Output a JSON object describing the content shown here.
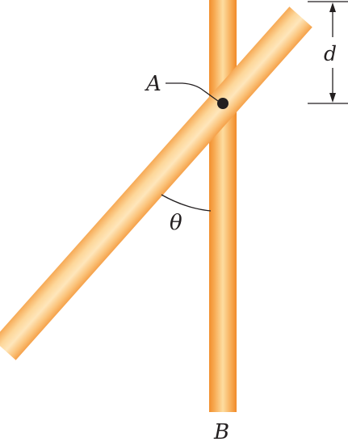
{
  "labels": {
    "point_a": "A",
    "point_b": "B",
    "distance": "d",
    "angle": "θ"
  },
  "colors": {
    "rod_edge": "#f5a14a",
    "rod_light": "#fde8bd",
    "rod_mid": "#fbc97f",
    "vertical_rod_dark": "#f28f2e",
    "ink": "#231f20"
  }
}
